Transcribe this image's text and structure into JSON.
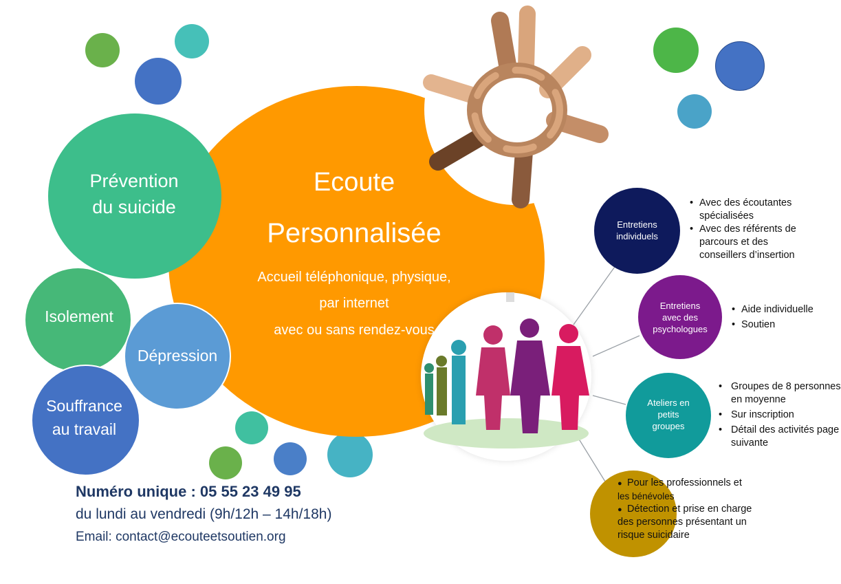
{
  "colors": {
    "orange": "#FF9900",
    "green": "#3DBE8B",
    "navy": "#0E1A5C",
    "purple": "#7C1A8C",
    "teal": "#119B9B",
    "gold": "#C09200",
    "blue": "#4472C4",
    "contact_text": "#1F3864"
  },
  "main": {
    "title_line1": "Ecoute",
    "title_line2": "Personnalisée",
    "sub_line1": "Accueil téléphonique, physique,",
    "sub_line2": "par internet",
    "sub_line3": "avec ou sans rendez-vous"
  },
  "topics": {
    "prevention_line1": "Prévention",
    "prevention_line2": "du suicide",
    "isolement": "Isolement",
    "depression": "Dépression",
    "souffrance_line1": "Souffrance",
    "souffrance_line2": "au travail"
  },
  "services": [
    {
      "label_line1": "Entretiens",
      "label_line2": "individuels",
      "bullets": [
        "Avec des écoutantes",
        "spécialisées",
        "Avec des référents de",
        "parcours et des",
        "conseillers d’insertion"
      ]
    },
    {
      "label_line1": "Entretiens",
      "label_line2": "avec des",
      "label_line3": "psychologues",
      "bullets": [
        "Aide individuelle",
        "Soutien"
      ]
    },
    {
      "label_line1": "Ateliers en",
      "label_line2": "petits",
      "label_line3": "groupes",
      "bullets": [
        "Groupes de 8 personnes",
        "en moyenne",
        "Sur inscription",
        "Détail des activités page",
        "suivante"
      ]
    },
    {
      "bullets": [
        "Pour les professionnels et",
        "les bénévoles",
        "Détection et prise en charge",
        "des personnes présentant un",
        "risque suicidaire"
      ]
    }
  ],
  "contact": {
    "phone": "Numéro unique : 05 55 23 49 95",
    "hours": "du lundi au vendredi (9h/12h – 14h/18h)",
    "email": "Email: contact@ecouteetsoutien.org"
  }
}
